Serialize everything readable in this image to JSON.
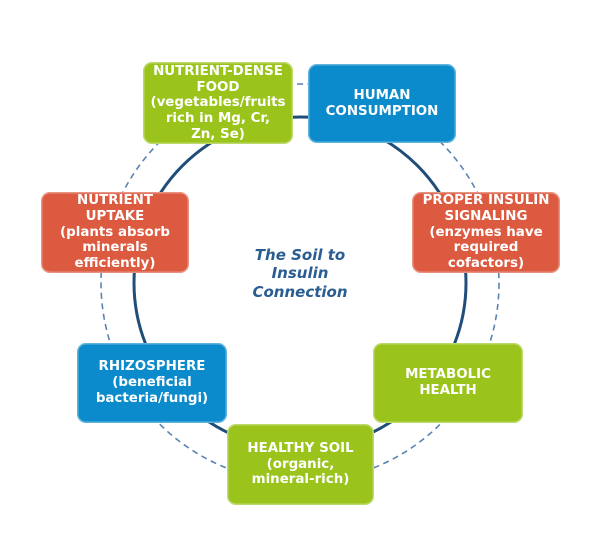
{
  "diagram": {
    "center_label": "The Soil to\nInsulin\nConnection",
    "colors": {
      "green": "#9AC41C",
      "blue": "#0B8BCB",
      "red": "#DC5A40",
      "circle_solid": "#1F4E79",
      "circle_dashed": "#5B84B1",
      "center_text": "#2A5D92",
      "node_text": "#FFFFFF"
    },
    "nodes": [
      {
        "id": "healthy-soil",
        "color": "green",
        "label": "HEALTHY SOIL\n(organic,\nmineral-rich)"
      },
      {
        "id": "rhizosphere",
        "color": "blue",
        "label": "RHIZOSPHERE\n(beneficial\nbacteria/fungi)"
      },
      {
        "id": "nutrient-uptake",
        "color": "red",
        "label": "NUTRIENT\nUPTAKE\n(plants absorb\nminerals\nefficiently)"
      },
      {
        "id": "nutrient-dense-food",
        "color": "green",
        "label": "NUTRIENT-DENSE\nFOOD\n(vegetables/fruits\nrich in Mg, Cr,\nZn, Se)"
      },
      {
        "id": "human-consumption",
        "color": "blue",
        "label": "HUMAN\nCONSUMPTION"
      },
      {
        "id": "proper-insulin-signaling",
        "color": "red",
        "label": "PROPER INSULIN\nSIGNALING\n(enzymes have\nrequired\ncofactors)"
      },
      {
        "id": "metabolic-health",
        "color": "green",
        "label": "METABOLIC\nHEALTH"
      }
    ]
  }
}
